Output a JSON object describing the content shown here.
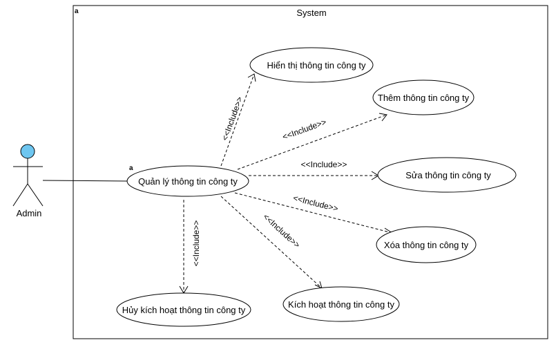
{
  "system": {
    "title": "System",
    "corner_mark": "a"
  },
  "actor": {
    "name": "Admin",
    "head_color": "#6ec6f0"
  },
  "use_cases": {
    "manage": {
      "label": "Quản lý thông tin công ty",
      "corner_mark": "a"
    },
    "display": {
      "label": "Hiển thị thông tin công ty"
    },
    "add": {
      "label": "Thêm thông tin công ty"
    },
    "edit": {
      "label": "Sửa thông tin công ty"
    },
    "delete": {
      "label": "Xóa thông tin công ty"
    },
    "activate": {
      "label": "Kích hoạt thông tin công ty"
    },
    "deactivate": {
      "label": "Hủy kích hoạt thông tin công ty"
    }
  },
  "relations": {
    "include_display": "<<Include>>",
    "include_add": "<<Include>>",
    "include_edit": "<<Include>>",
    "include_delete": "<<Include>>",
    "include_activate": "<<Include>>",
    "include_deactivate": "<<Include>>"
  }
}
